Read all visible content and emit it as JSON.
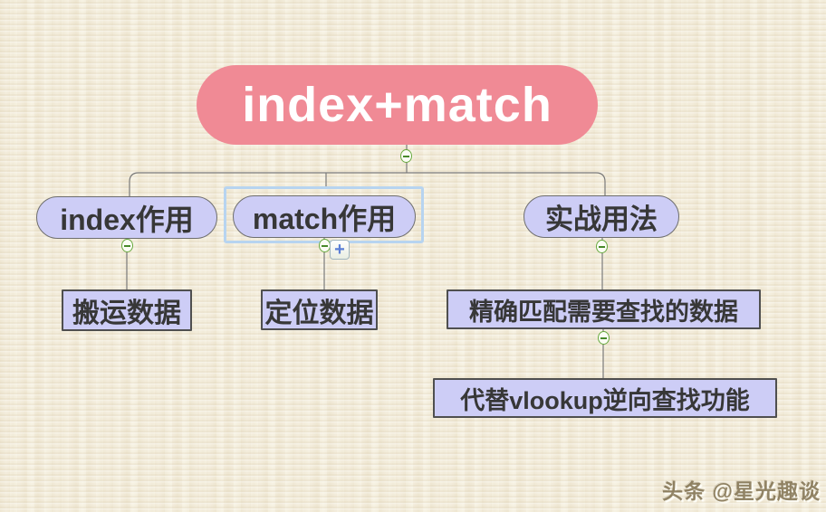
{
  "colors": {
    "background": "#f6f0df",
    "root_fill": "#f08a95",
    "root_text": "#ffffff",
    "node_fill": "#cdcdf6",
    "node_text": "#373737",
    "node_border": "#6e6e6e",
    "leaf_border": "#4f4f4f",
    "selection_border": "#b7d4f0",
    "connector": "#7a7a7a",
    "collapse_green": "#66a83d",
    "plus_blue": "#5b7fd6"
  },
  "mindmap": {
    "root": {
      "label": "index+match"
    },
    "branches": [
      {
        "label": "index作用",
        "selected": false,
        "children": [
          {
            "label": "搬运数据"
          }
        ]
      },
      {
        "label": "match作用",
        "selected": true,
        "children": [
          {
            "label": "定位数据"
          }
        ]
      },
      {
        "label": "实战用法",
        "selected": false,
        "children": [
          {
            "label": "精确匹配需要查找的数据",
            "children": [
              {
                "label": "代替vlookup逆向查找功能"
              }
            ]
          }
        ]
      }
    ]
  },
  "controls": {
    "collapse_icon": "minus-circle",
    "expand_button_label": "+"
  },
  "watermark": {
    "text": "头条 @星光趣谈"
  }
}
